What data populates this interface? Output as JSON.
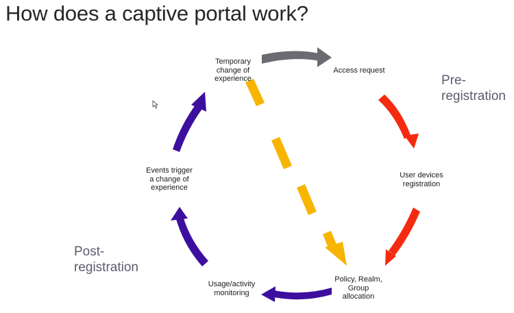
{
  "title": "How does a captive portal work?",
  "nodes": {
    "temporary_change": [
      "Temporary",
      "change of",
      "experience"
    ],
    "access_request": [
      "Access request"
    ],
    "user_devices": [
      "User devices",
      "registration"
    ],
    "policy": [
      "Policy, Realm,",
      "Group",
      "allocation"
    ],
    "usage": [
      "Usage/activity",
      "monitoring"
    ],
    "events": [
      "Events trigger",
      "a change of",
      "experience"
    ]
  },
  "phases": {
    "pre": [
      "Pre-",
      "registration"
    ],
    "post": [
      "Post-",
      "registration"
    ]
  },
  "colors": {
    "gray_arrow": "#6b6b72",
    "red_arrow": "#f42b10",
    "purple_arrow": "#3d0f9e",
    "yellow_arrow": "#f7b500",
    "phase_text": "#5b5b70"
  },
  "icons": {
    "cursor": "mouse-pointer-icon"
  }
}
